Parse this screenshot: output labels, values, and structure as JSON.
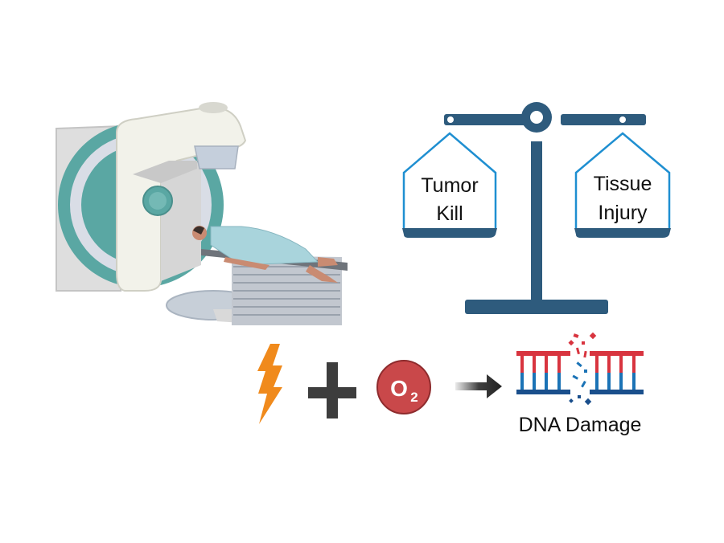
{
  "scale": {
    "left_pan_label_line1": "Tumor",
    "left_pan_label_line2": "Kill",
    "right_pan_label_line1": "Tissue",
    "right_pan_label_line2": "Injury"
  },
  "equation": {
    "radiation_icon": "lightning-bolt",
    "operator": "+",
    "oxygen_label": "O",
    "oxygen_subscript": "2",
    "result_label": "DNA Damage"
  },
  "colors": {
    "scale": "#2e5b7d",
    "pan_outline": "#1f8fd1",
    "bolt": "#f08a1c",
    "oxygen": "#c9484a",
    "dna_red": "#d8343f",
    "dna_blue": "#1b73b6",
    "dna_dark_blue": "#1a4f8c",
    "machine_teal": "#5aa7a3"
  }
}
